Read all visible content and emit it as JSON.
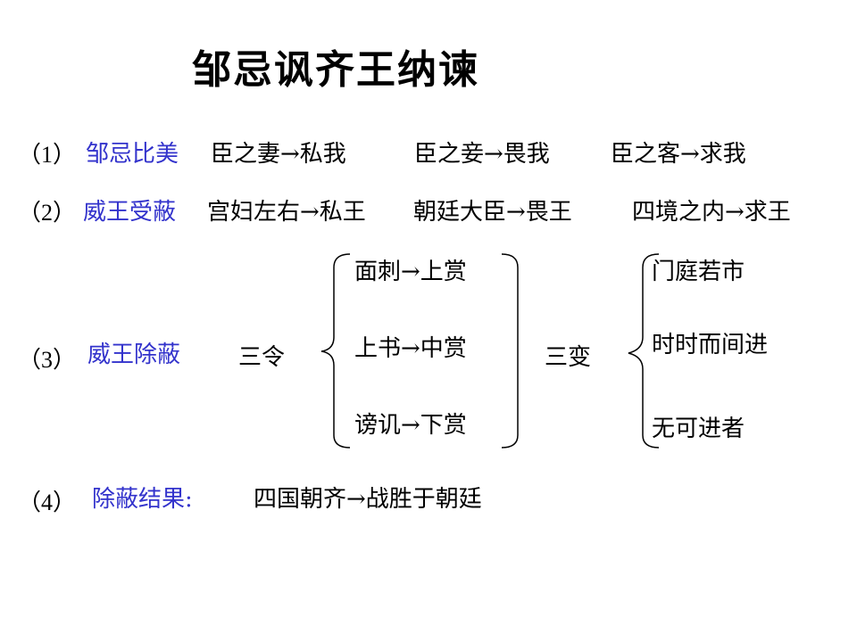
{
  "title": "邹忌讽齐王纳谏",
  "colors": {
    "label": "#3333cc",
    "text": "#000000"
  },
  "rows": [
    {
      "num": "（1）",
      "label": "邹忌比美",
      "parts": [
        "臣之妻→私我",
        "臣之妾→畏我",
        "臣之客→求我"
      ]
    },
    {
      "num": "（2）",
      "label": "威王受蔽",
      "parts": [
        "宫妇左右→私王",
        "朝廷大臣→畏王",
        "四境之内→求王"
      ]
    },
    {
      "num": "（3）",
      "label": "威王除蔽",
      "ling": "三令",
      "ling_items": [
        "面刺→上赏",
        "上书→中赏",
        "谤讥→下赏"
      ],
      "bian": "三变",
      "bian_items": [
        "门庭若市",
        "时时而间进",
        "无可进者"
      ]
    },
    {
      "num": "（4）",
      "label": "除蔽结果:",
      "result": "四国朝齐→战胜于朝廷"
    }
  ]
}
